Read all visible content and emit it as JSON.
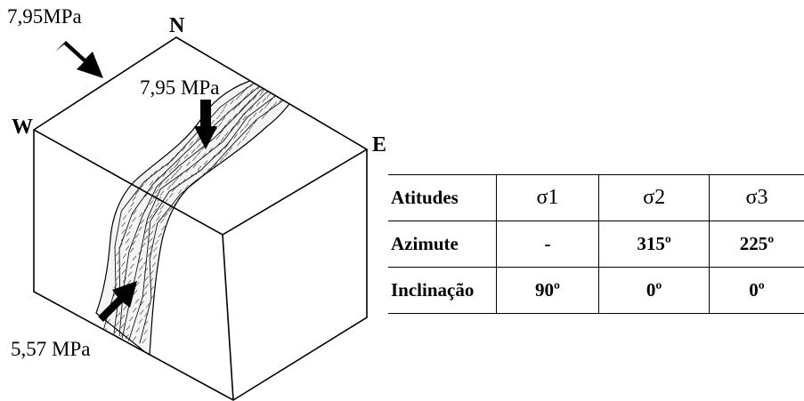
{
  "diagram": {
    "labels": {
      "north": "N",
      "west": "W",
      "east": "E",
      "stress_top_left": "7,95MPa",
      "stress_vertical": "7,95 MPa",
      "stress_bottom": "5,57 MPa"
    }
  },
  "table": {
    "header": [
      "Atitudes",
      "σ1",
      "σ2",
      "σ3"
    ],
    "rows": [
      [
        "Azimute",
        "-",
        "315º",
        "225º"
      ],
      [
        "Inclinação",
        "90º",
        "0º",
        "0º"
      ]
    ]
  }
}
